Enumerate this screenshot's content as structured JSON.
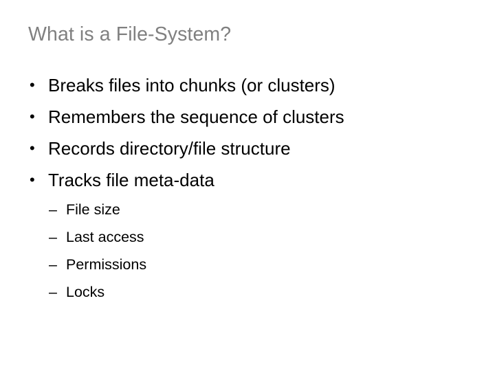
{
  "slide": {
    "title": "What is a File-System?",
    "title_color": "#808080",
    "body_color": "#000000",
    "background_color": "#ffffff",
    "bullet_marker": "•",
    "sub_bullet_marker": "–",
    "bullets": [
      {
        "text": "Breaks files into chunks (or clusters)"
      },
      {
        "text": "Remembers the sequence of clusters"
      },
      {
        "text": "Records directory/file structure"
      },
      {
        "text": "Tracks file meta-data"
      }
    ],
    "sub_bullets": [
      {
        "text": "File size"
      },
      {
        "text": "Last access"
      },
      {
        "text": "Permissions"
      },
      {
        "text": "Locks"
      }
    ]
  }
}
